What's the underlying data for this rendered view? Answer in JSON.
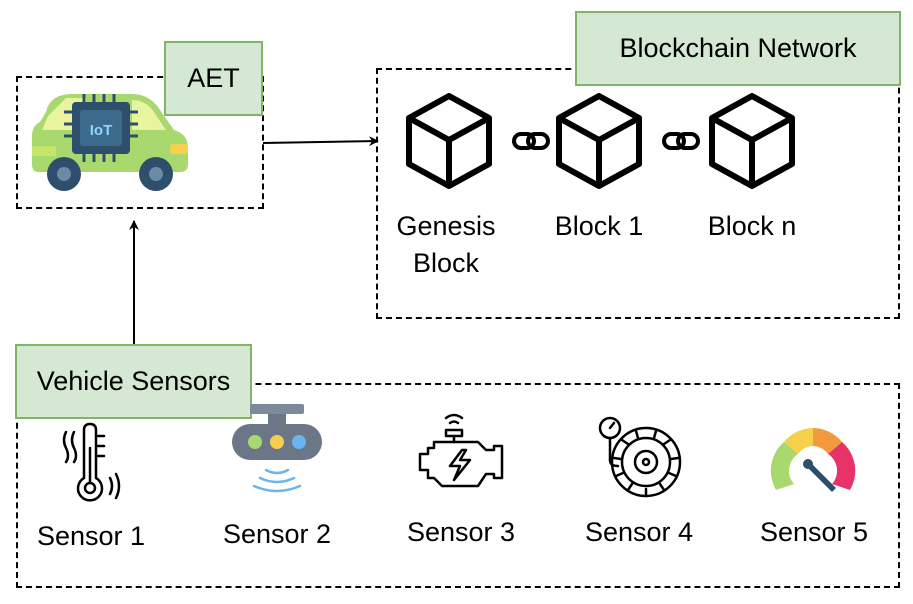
{
  "aet": {
    "label": "AET",
    "icon": "iot-car-icon"
  },
  "blockchain": {
    "label": "Blockchain Network",
    "blocks": [
      {
        "label": "Genesis Block",
        "icon": "cube-icon"
      },
      {
        "label": "Block 1",
        "icon": "cube-icon"
      },
      {
        "label": "Block n",
        "icon": "cube-icon"
      }
    ],
    "link_icon": "chain-link-icon"
  },
  "vehicle_sensors": {
    "label": "Vehicle Sensors",
    "sensors": [
      {
        "label": "Sensor 1",
        "icon": "thermometer-icon"
      },
      {
        "label": "Sensor 2",
        "icon": "proximity-sensor-icon"
      },
      {
        "label": "Sensor 3",
        "icon": "engine-icon"
      },
      {
        "label": "Sensor 4",
        "icon": "tire-pressure-icon"
      },
      {
        "label": "Sensor 5",
        "icon": "speedometer-icon"
      }
    ]
  },
  "colors": {
    "label_fill": "#d5e8d4",
    "label_border": "#82b366"
  }
}
